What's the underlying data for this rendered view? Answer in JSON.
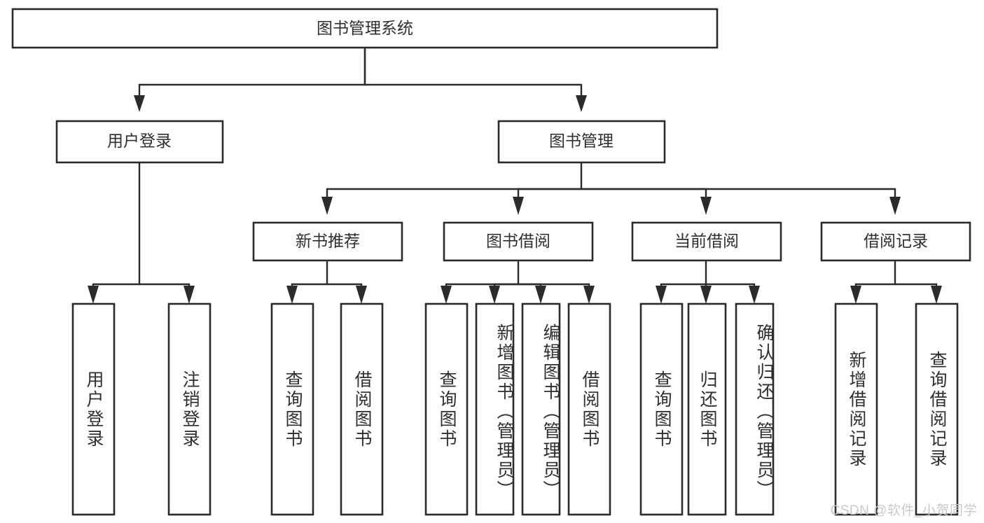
{
  "diagram": {
    "title": "图书管理系统",
    "type": "tree-hierarchy-chart",
    "watermark": "CSDN @软件_小贺同学",
    "colors": {
      "box_stroke": "#2b2b2b",
      "box_fill": "#ffffff",
      "connector": "#2b2b2b",
      "text": "#2f2f2f",
      "watermark": "#c9c9c9",
      "background": "#ffffff"
    },
    "root": {
      "label": "图书管理系统"
    },
    "level2": [
      {
        "label": "用户登录"
      },
      {
        "label": "图书管理"
      }
    ],
    "level3": [
      {
        "label": "新书推荐"
      },
      {
        "label": "图书借阅"
      },
      {
        "label": "当前借阅"
      },
      {
        "label": "借阅记录"
      }
    ],
    "leaves": {
      "user_login": [
        {
          "label": "用户登录"
        },
        {
          "label": "注销登录"
        }
      ],
      "new_book_recommend": [
        {
          "label": "查询图书"
        },
        {
          "label": "借阅图书"
        }
      ],
      "book_borrow": [
        {
          "label": "查询图书"
        },
        {
          "label": "新增图书（管理员）"
        },
        {
          "label": "编辑图书（管理员）"
        },
        {
          "label": "借阅图书"
        }
      ],
      "current_borrow": [
        {
          "label": "查询图书"
        },
        {
          "label": "归还图书"
        },
        {
          "label": "确认归还（管理员）"
        }
      ],
      "borrow_record": [
        {
          "label": "新增借阅记录"
        },
        {
          "label": "查询借阅记录"
        }
      ]
    }
  }
}
